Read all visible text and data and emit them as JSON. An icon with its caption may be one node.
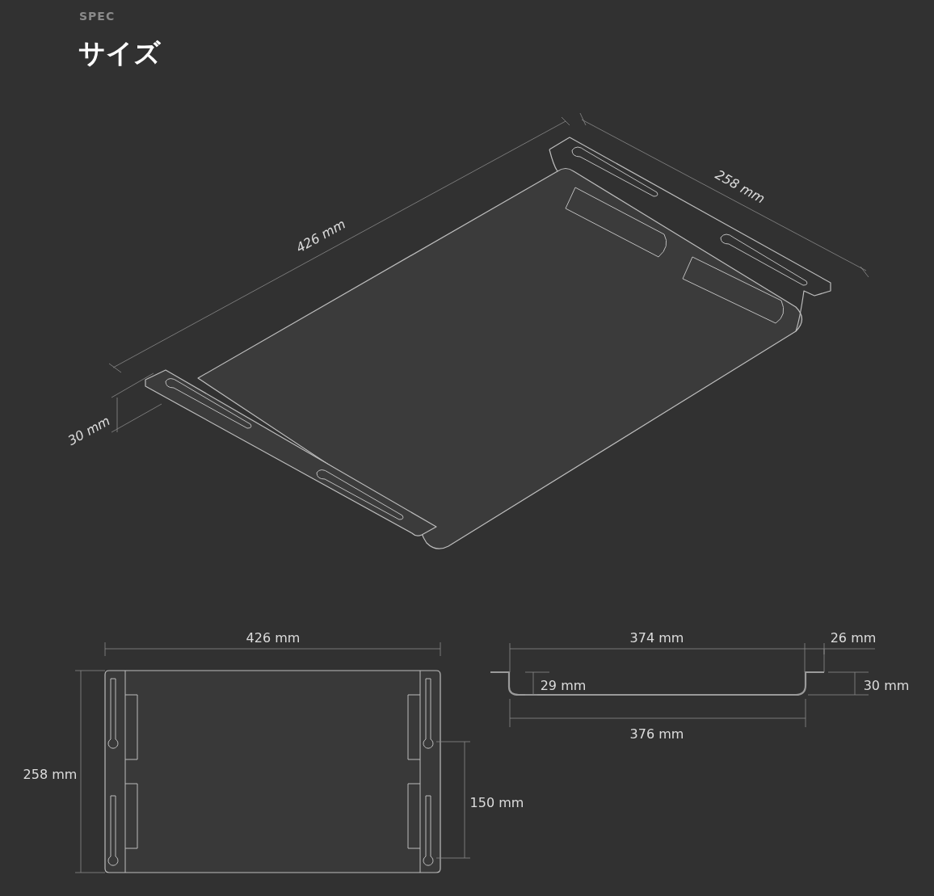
{
  "diagram": {
    "title": "サイズ",
    "labels": [
      "SPEC",
      "426 mm",
      "258 mm",
      "30 mm",
      "426 mm",
      "374 mm",
      "26 mm",
      "29 mm",
      "30 mm",
      "376 mm",
      "258 mm",
      "150 mm"
    ]
  }
}
